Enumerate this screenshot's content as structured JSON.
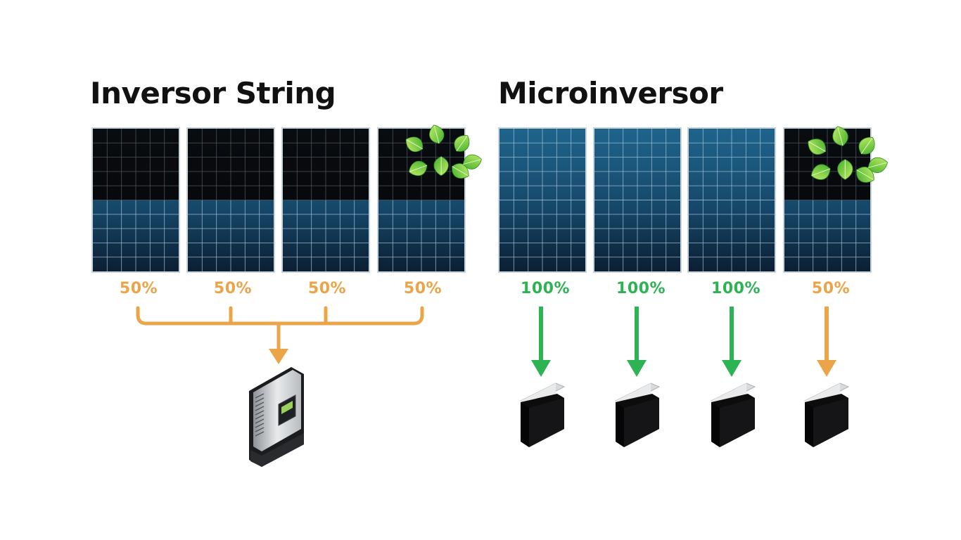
{
  "string_section": {
    "title": "Inversor String",
    "panels": [
      {
        "output": "50%",
        "shaded": true,
        "leaf": false
      },
      {
        "output": "50%",
        "shaded": true,
        "leaf": false
      },
      {
        "output": "50%",
        "shaded": true,
        "leaf": false
      },
      {
        "output": "50%",
        "shaded": true,
        "leaf": true
      }
    ]
  },
  "micro_section": {
    "title": "Microinversor",
    "panels": [
      {
        "output": "100%",
        "shaded": false,
        "leaf": false
      },
      {
        "output": "100%",
        "shaded": false,
        "leaf": false
      },
      {
        "output": "100%",
        "shaded": false,
        "leaf": false
      },
      {
        "output": "50%",
        "shaded": true,
        "leaf": true
      }
    ]
  },
  "colors": {
    "orange": "#EBA448",
    "green": "#2DB254",
    "panel_blue": "#1d5f86",
    "panel_dark": "#0a0c10"
  },
  "icons": [
    "leaf-icon",
    "string-inverter-icon",
    "microinverter-icon"
  ]
}
